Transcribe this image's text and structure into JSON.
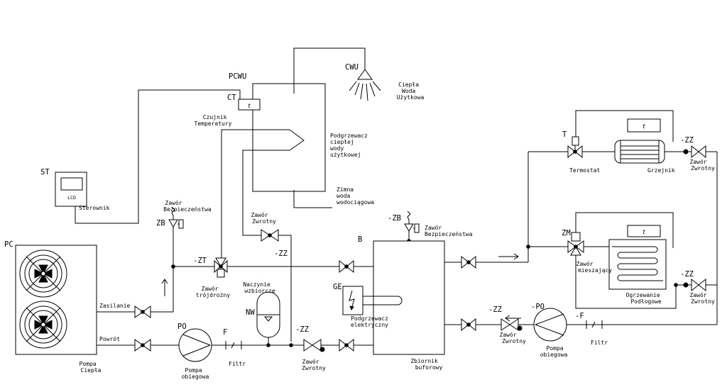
{
  "tags": {
    "pcwu": "PCWU",
    "ct": "CT",
    "cwu": "CWU",
    "st": "ST",
    "pc": "PC",
    "zb": "ZB",
    "zt": "-ZT",
    "zz_check": "-ZZ",
    "po_left": "PO",
    "f_left": "F",
    "nw": "NW",
    "zz_bottom": "-ZZ",
    "b": "B",
    "zb_buffer": "-ZB",
    "ge": "GE",
    "zz_right": "-ZZ",
    "po_right": "-PO",
    "f_right": "-F",
    "t": "T",
    "zm": "ZM",
    "zz_rad": "-ZZ",
    "zz_floor": "-ZZ"
  },
  "sensor_symbol": "t",
  "labels": {
    "cwu": [
      "Ciepła",
      "Woda",
      "Użytkowa"
    ],
    "sensor": [
      "Czujnik",
      "Temperatury"
    ],
    "heater": [
      "Podgrzewacz",
      "ciepłej",
      "wody",
      "użytkowej"
    ],
    "cold_water": [
      "Zimna",
      "woda",
      "wodociągowa"
    ],
    "lcd": "LCD",
    "controller": "Sterownik",
    "safety_left": [
      "Zawór",
      "Bezpieczeństwa"
    ],
    "check_mid": [
      "Zawór",
      "Zwrotny"
    ],
    "safety_buffer": [
      "Zawór",
      "Bezpieczeństwa"
    ],
    "three_way": [
      "Zawór",
      "trójdrożny"
    ],
    "vessel": [
      "Naczynie",
      "wzbiorcze"
    ],
    "supply": "Zasilanie",
    "return": "Powrót",
    "heat_pump": [
      "Pompa",
      "Ciepła"
    ],
    "pump_left": [
      "Pompa",
      "obiegowa"
    ],
    "filter_left": "Filtr",
    "check_bottom": [
      "Zawór",
      "Zwrotny"
    ],
    "electric_heater": [
      "Podgrzewacz",
      "elektryczny"
    ],
    "buffer_tank": [
      "Zbiornik",
      "buforowy"
    ],
    "check_right": [
      "Zawór",
      "Zwrotny"
    ],
    "pump_right": [
      "Pompa",
      "obiegowa"
    ],
    "filter_right": "Filtr",
    "thermostat": "Termostat",
    "radiator": "Grzejnik",
    "check_rad": [
      "Zawór",
      "Zwrotny"
    ],
    "mixing_valve": [
      "Zawór",
      "mieszający"
    ],
    "floor_heating": [
      "Ogrzewanie",
      "Podłogowe"
    ],
    "check_floor": [
      "Zawór",
      "Zwrotny"
    ]
  }
}
